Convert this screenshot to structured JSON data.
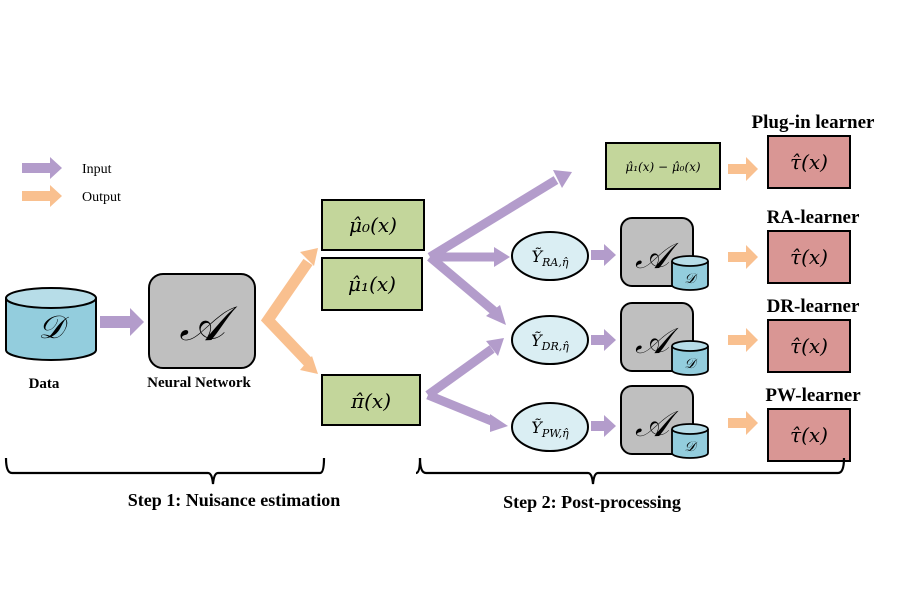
{
  "legend": {
    "input_label": "Input",
    "output_label": "Output",
    "input_color": "#b39ccb",
    "output_color": "#f9c08f"
  },
  "nodes": {
    "data": {
      "symbol": "𝒟",
      "label": "Data"
    },
    "neural_network": {
      "symbol": "𝒜",
      "label": "Neural Network"
    },
    "mu0": "μ̂₀(x)",
    "mu1": "μ̂₁(x)",
    "pi": "π̂(x)",
    "plugin_expr": "μ̂₁(x) − μ̂₀(x)",
    "y_ra": {
      "base": "Ỹ",
      "sub": "RA,η̂"
    },
    "y_dr": {
      "base": "Ỹ",
      "sub": "DR,η̂"
    },
    "y_pw": {
      "base": "Ỹ",
      "sub": "PW,η̂"
    },
    "algo_symbol": "𝒜",
    "data_symbol": "𝒟"
  },
  "learners": [
    {
      "title": "Plug-in learner",
      "output": "τ̂(x)"
    },
    {
      "title": "RA-learner",
      "output": "τ̂(x)"
    },
    {
      "title": "DR-learner",
      "output": "τ̂(x)"
    },
    {
      "title": "PW-learner",
      "output": "τ̂(x)"
    }
  ],
  "steps": {
    "step1": "Step 1: Nuisance estimation",
    "step2": "Step 2: Post-processing"
  },
  "colors": {
    "green_box": "#c3d69b",
    "red_box": "#d99694",
    "gray_box": "#bfbfbf",
    "cylinder": "#93cddd",
    "ellipse": "#daeef3"
  }
}
